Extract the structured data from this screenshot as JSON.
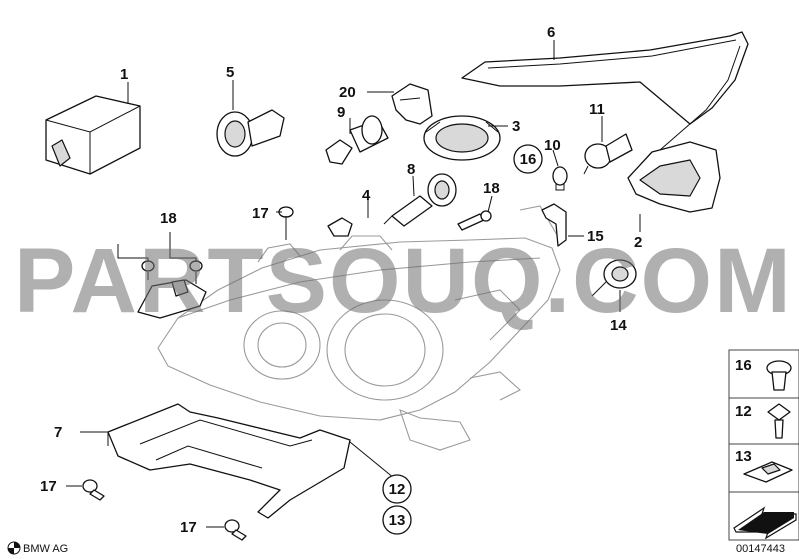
{
  "watermark": "PARTSOUQ.COM",
  "copyright": "BMW AG",
  "diagram_number": "00147443",
  "callouts": {
    "c1": "1",
    "c2": "2",
    "c3": "3",
    "c4": "4",
    "c5": "5",
    "c6": "6",
    "c7": "7",
    "c8": "8",
    "c9": "9",
    "c10": "10",
    "c11": "11",
    "c14": "14",
    "c15": "15",
    "c16": "16",
    "c17a": "17",
    "c17b": "17",
    "c17c": "17",
    "c18a": "18",
    "c18b": "18",
    "c20": "20",
    "c12": "12",
    "c13": "13"
  },
  "legend": {
    "l16": "16",
    "l12": "12",
    "l13": "13"
  }
}
